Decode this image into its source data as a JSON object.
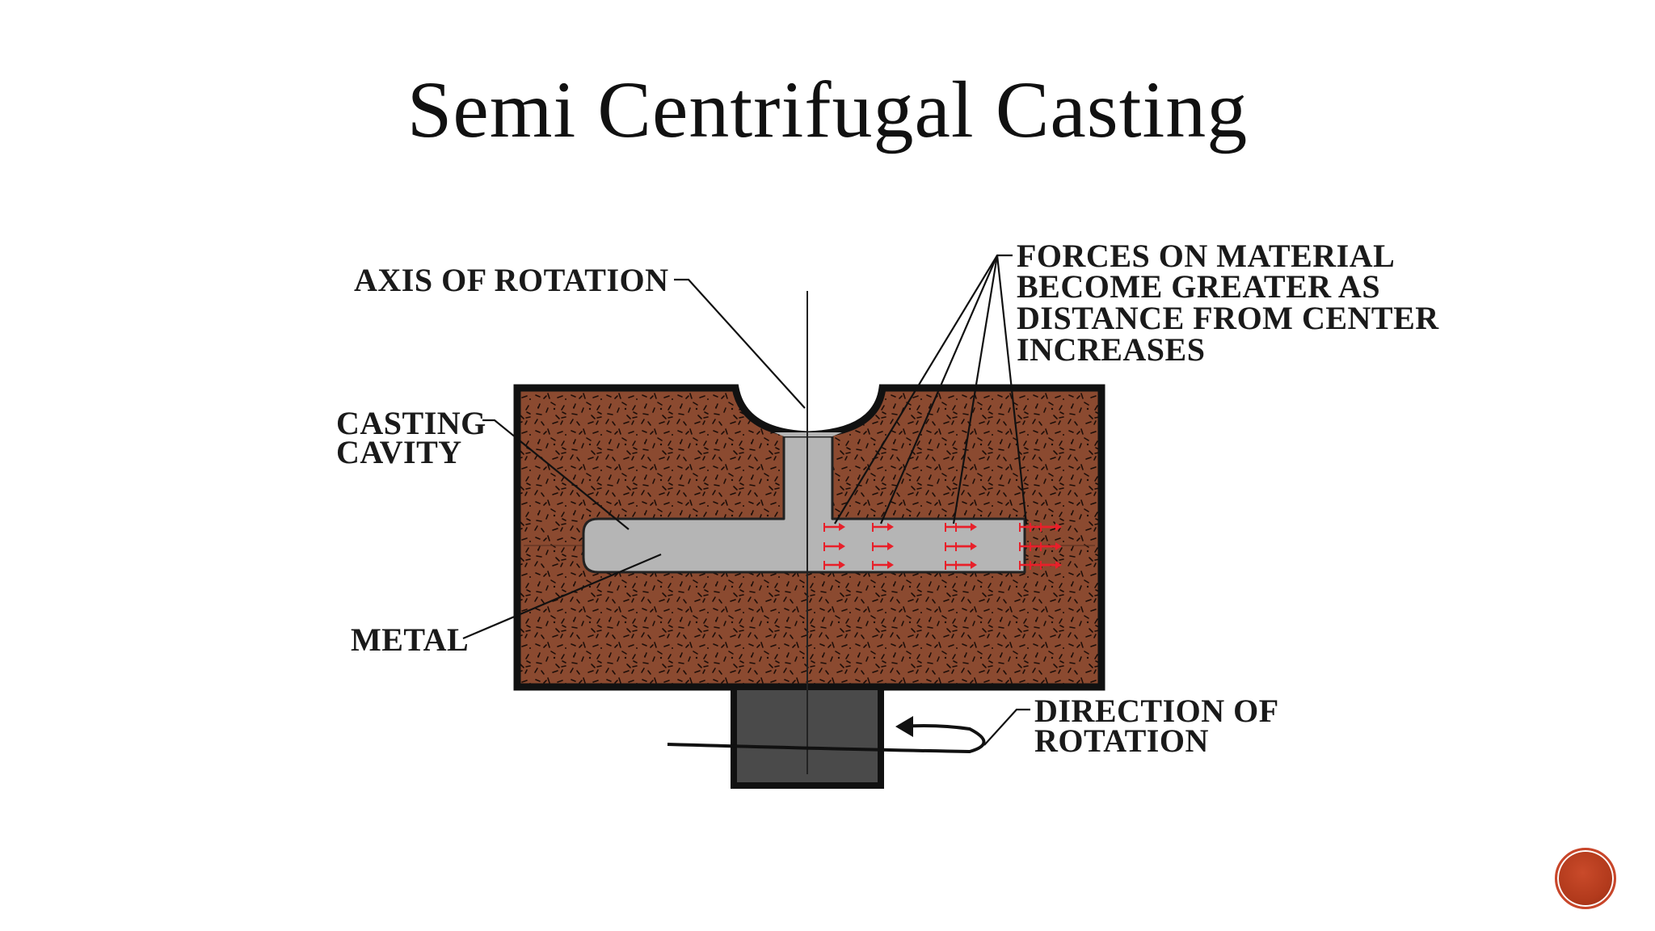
{
  "slide": {
    "title": "Semi Centrifugal Casting"
  },
  "diagram": {
    "labels": {
      "axis": "AXIS OF ROTATION",
      "forces": [
        "FORCES ON MATERIAL",
        "BECOME GREATER AS",
        "DISTANCE FROM CENTER",
        "INCREASES"
      ],
      "cavity": [
        "CASTING",
        "CAVITY"
      ],
      "metal": "METAL",
      "rotation": [
        "DIRECTION OF",
        "ROTATION"
      ]
    },
    "colors": {
      "sand": "#8b4a30",
      "metal": "#b5b5b5",
      "shaft": "#4a4a4a",
      "force_arrows": "#e8202a",
      "outline": "#111111"
    },
    "force_arrow_groups": [
      {
        "count_per_row": 1
      },
      {
        "count_per_row": 1
      },
      {
        "count_per_row": 2
      },
      {
        "count_per_row": 3
      }
    ]
  },
  "nav": {
    "icon": "next-slide-circle-icon"
  }
}
